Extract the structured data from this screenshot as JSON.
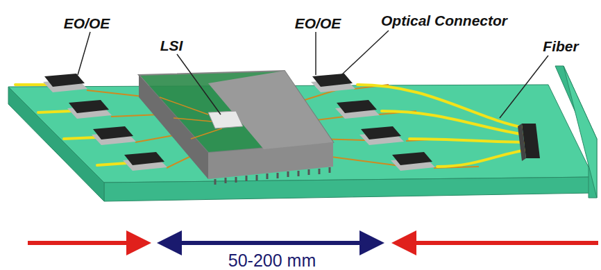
{
  "diagram": {
    "labels": [
      "EO/OE",
      "LSI",
      "EO/OE",
      "Optical Connector",
      "Fiber",
      "50-200 mm"
    ]
  }
}
